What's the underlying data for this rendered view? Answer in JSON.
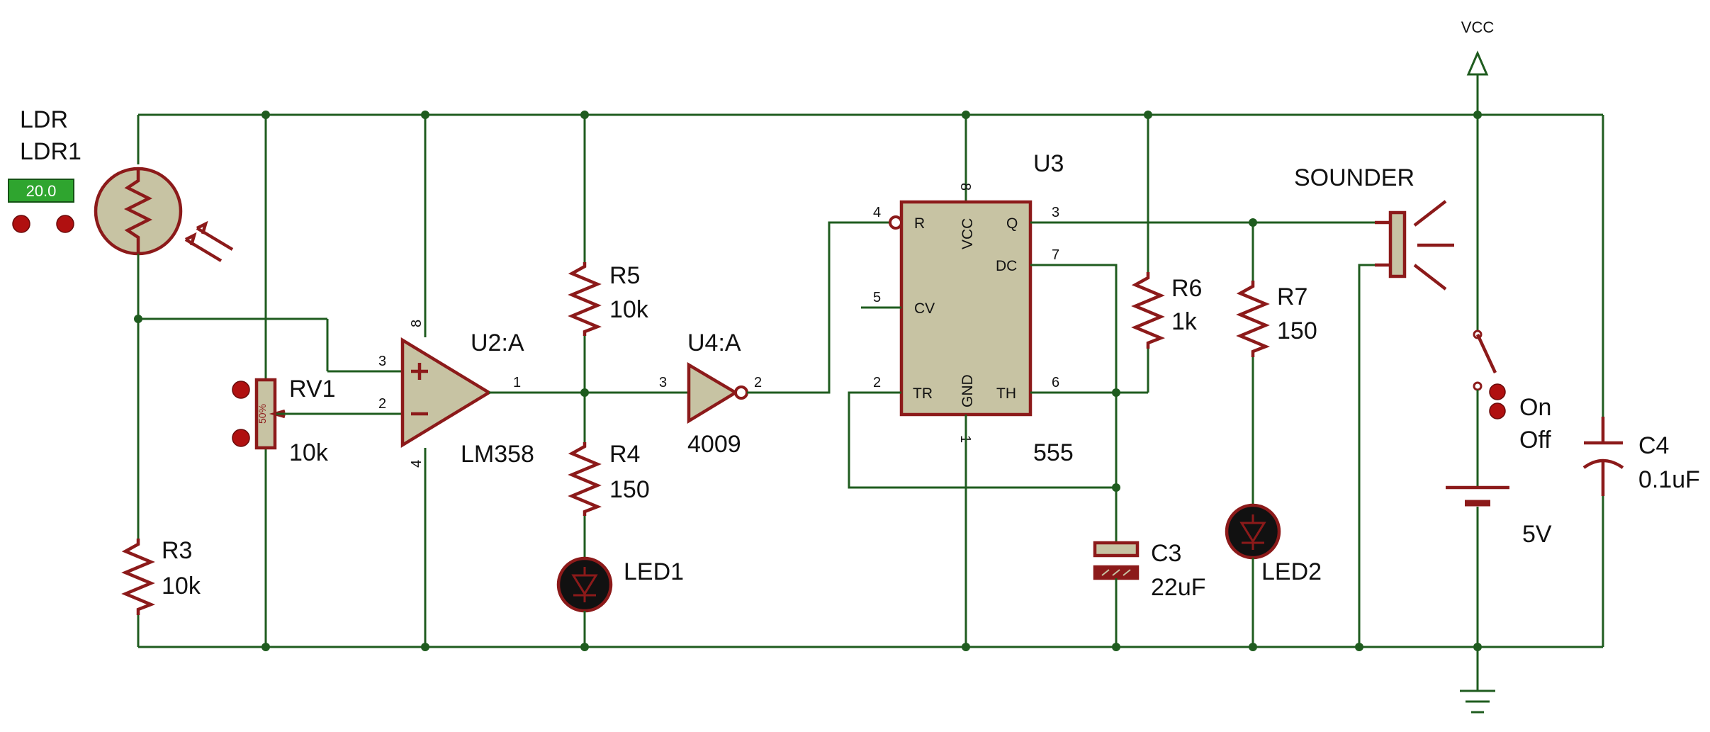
{
  "components": {
    "ldr": {
      "label_top": "LDR",
      "label": "LDR1",
      "display": "20.0"
    },
    "rv1": {
      "name": "RV1",
      "value": "10k",
      "slider": "50%"
    },
    "r3": {
      "name": "R3",
      "value": "10k"
    },
    "u2": {
      "name": "U2:A",
      "part": "LM358",
      "pin_noninv": "3",
      "pin_inv": "2",
      "pin_out": "1",
      "pin_vcc": "8",
      "pin_gnd": "4"
    },
    "r5": {
      "name": "R5",
      "value": "10k"
    },
    "r4": {
      "name": "R4",
      "value": "150"
    },
    "led1": {
      "name": "LED1"
    },
    "u4": {
      "name": "U4:A",
      "part": "4009",
      "pin_in": "3",
      "pin_out": "2"
    },
    "u3": {
      "name": "U3",
      "part": "555",
      "pins": {
        "r": "R",
        "vcc": "VCC",
        "q": "Q",
        "dc": "DC",
        "cv": "CV",
        "tr": "TR",
        "gnd": "GND",
        "th": "TH"
      },
      "pin_nums": {
        "r": "4",
        "vcc": "8",
        "q": "3",
        "dc": "7",
        "cv": "5",
        "tr": "2",
        "gnd": "1",
        "th": "6"
      }
    },
    "r6": {
      "name": "R6",
      "value": "1k"
    },
    "c3": {
      "name": "C3",
      "value": "22uF"
    },
    "r7": {
      "name": "R7",
      "value": "150"
    },
    "led2": {
      "name": "LED2"
    },
    "sounder": {
      "name": "SOUNDER"
    },
    "switch": {
      "on": "On",
      "off": "Off"
    },
    "battery": {
      "value": "5V"
    },
    "c4": {
      "name": "C4",
      "value": "0.1uF"
    },
    "vcc": {
      "label": "VCC"
    }
  },
  "colors": {
    "wire": "#1f5c1f",
    "component": "#8c1a1a",
    "ic_fill": "#c7c3a3",
    "display_bg": "#2fa52f"
  }
}
